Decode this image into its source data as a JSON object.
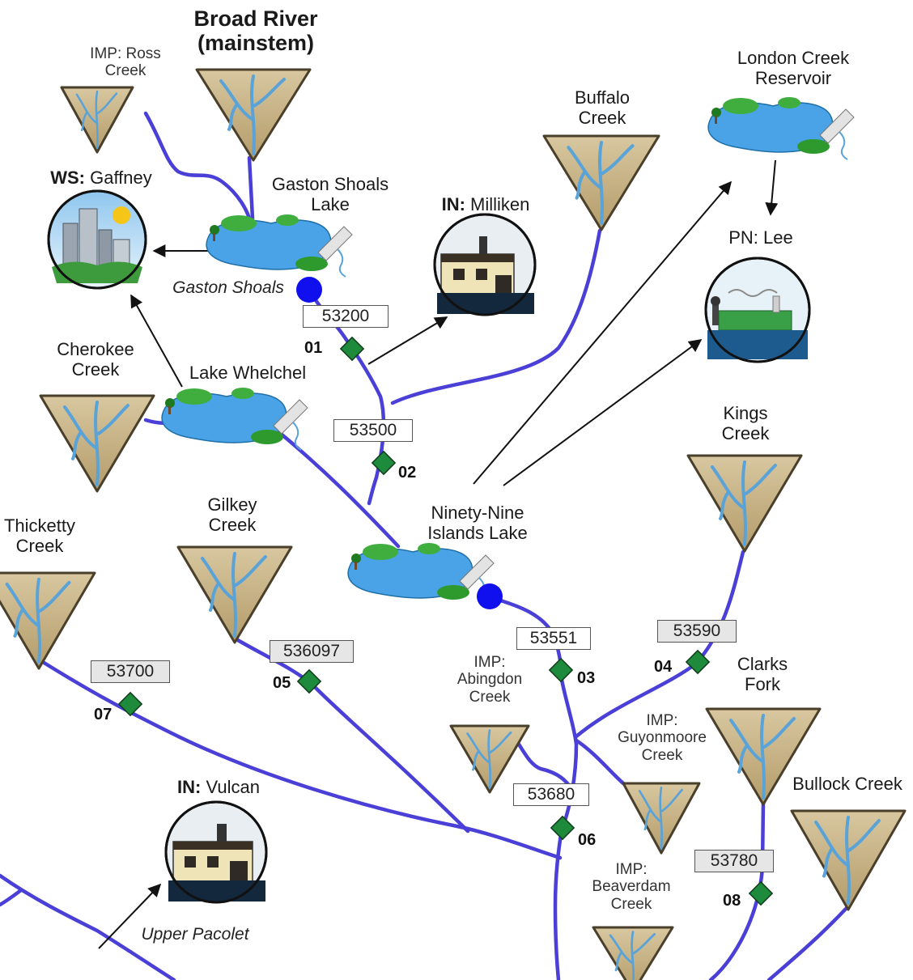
{
  "watersheds": {
    "imp_ross": {
      "prefix": "IMP:",
      "name": "Ross Creek"
    },
    "broad_mainstem": {
      "name": "Broad River (mainstem)"
    },
    "buffalo": {
      "name": "Buffalo Creek"
    },
    "cherokee": {
      "name": "Cherokee Creek"
    },
    "thicketty": {
      "name": "Thicketty Creek"
    },
    "gilkey": {
      "name": "Gilkey Creek"
    },
    "kings": {
      "name": "Kings Creek"
    },
    "clarks_fork": {
      "name": "Clarks Fork"
    },
    "bullock": {
      "name": "Bullock Creek"
    },
    "imp_abingdon": {
      "prefix": "IMP:",
      "name": "Abingdon Creek"
    },
    "imp_guyonmoore": {
      "prefix": "IMP:",
      "name": "Guyonmoore Creek"
    },
    "imp_beaverdam": {
      "prefix": "IMP:",
      "name": "Beaverdam Creek"
    }
  },
  "reservoirs": {
    "gaston_shoals_lake": "Gaston Shoals Lake",
    "lake_whelchel": "Lake Whelchel",
    "ninety_nine_islands": "Ninety-Nine Islands Lake",
    "london_creek": "London Creek Reservoir"
  },
  "users": {
    "ws_gaffney": {
      "prefix": "WS:",
      "name": "Gaffney"
    },
    "in_milliken": {
      "prefix": "IN:",
      "name": "Milliken"
    },
    "pn_lee": {
      "prefix": "PN:",
      "name": "Lee"
    },
    "in_vulcan": {
      "prefix": "IN:",
      "name": "Vulcan"
    }
  },
  "hydro_labels": {
    "gaston_shoals": "Gaston Shoals",
    "upper_pacolet": "Upper Pacolet"
  },
  "gages": [
    {
      "id": "53200",
      "site": "01"
    },
    {
      "id": "53500",
      "site": "02"
    },
    {
      "id": "53551",
      "site": "03"
    },
    {
      "id": "53590",
      "site": "04"
    },
    {
      "id": "536097",
      "site": "05"
    },
    {
      "id": "53680",
      "site": "06"
    },
    {
      "id": "53700",
      "site": "07"
    },
    {
      "id": "53780",
      "site": "08"
    }
  ],
  "colors": {
    "river": "#4a3fd6",
    "gage_marker": "#1e8a3c",
    "hydro_dot": "#1010ee",
    "basin_fill": "#c9b48a",
    "stream": "#5aa3d8",
    "lake": "#4aa3e6"
  }
}
